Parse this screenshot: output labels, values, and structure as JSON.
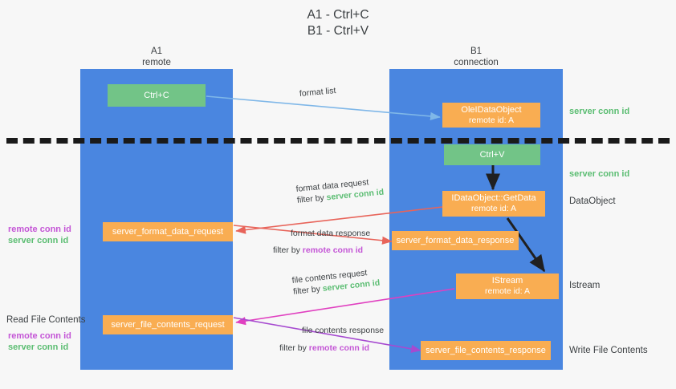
{
  "title": {
    "line1": "A1 - Ctrl+C",
    "line2": "B1 - Ctrl+V"
  },
  "colors": {
    "lane": "#4a86e0",
    "green_box": "#72c487",
    "orange_box": "#f9ad52",
    "server_conn": "#5bbd72",
    "remote_conn": "#c455d6",
    "divider": "#1a1a1a",
    "arrow_blue": "#7fb7e8",
    "arrow_red": "#e8645a",
    "arrow_magenta": "#e040c0",
    "arrow_purple": "#a64ad0",
    "arrow_black": "#202020"
  },
  "lanes": [
    {
      "name": "A1",
      "sub": "remote"
    },
    {
      "name": "B1",
      "sub": "connection"
    }
  ],
  "nodes": {
    "ctrl_c": {
      "line1": "Ctrl+C"
    },
    "ole_dataobject": {
      "line1": "OleIDataObject",
      "line2": "remote id: A"
    },
    "ctrl_v": {
      "line1": "Ctrl+V"
    },
    "getdata": {
      "line1": "IDataObject::GetData",
      "line2": "remote id: A"
    },
    "istream": {
      "line1": "IStream",
      "line2": "remote id: A"
    },
    "fmt_req": {
      "line1": "server_format_data_request"
    },
    "fmt_resp": {
      "line1": "server_format_data_response"
    },
    "file_req": {
      "line1": "server_file_contents_request"
    },
    "file_resp": {
      "line1": "server_file_contents_response"
    }
  },
  "edges": {
    "format_list": {
      "text": "format list"
    },
    "format_data_request": {
      "line1": "format data request",
      "filter_prefix": "filter by ",
      "filter_value": "server conn id"
    },
    "format_data_response": {
      "line1": "format data response",
      "filter_prefix": "filter by ",
      "filter_value": "remote conn id"
    },
    "file_contents_request": {
      "line1": "file contents request",
      "filter_prefix": "filter by ",
      "filter_value": "server conn id"
    },
    "file_contents_response": {
      "line1": "file contents response",
      "filter_prefix": "filter by ",
      "filter_value": "remote conn id"
    }
  },
  "annotations": {
    "right_server_conn_top": "server conn id",
    "right_server_conn_mid": "server conn id",
    "right_dataobject": "DataObject",
    "right_istream": "Istream",
    "right_write_file": "Write File Contents",
    "left_format": {
      "remote": "remote conn id",
      "server": "server conn id"
    },
    "left_read_title": "Read File Contents",
    "left_read": {
      "remote": "remote conn id",
      "server": "server conn id"
    }
  }
}
